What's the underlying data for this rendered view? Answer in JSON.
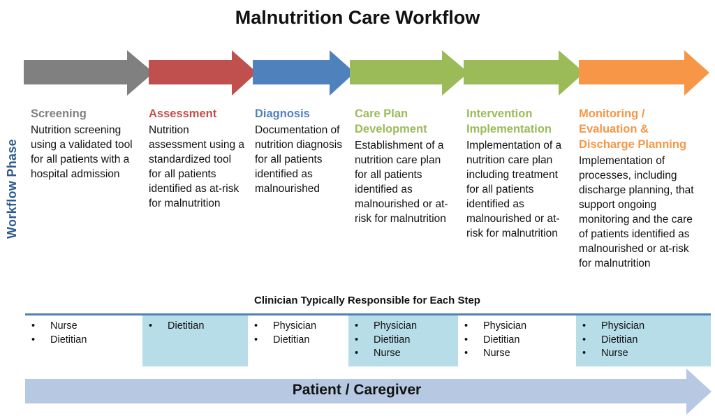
{
  "title": "Malnutrition Care Workflow",
  "side_label": "Workflow Phase",
  "phases": [
    {
      "name": "Screening",
      "color": "#808080",
      "desc": "Nutrition screening using a validated tool for all patients with a hospital admission"
    },
    {
      "name": "Assessment",
      "color": "#c0504d",
      "desc": "Nutrition assessment using a standardized tool for all patients identified as at-risk for malnutrition"
    },
    {
      "name": "Diagnosis",
      "color": "#4f81bd",
      "desc": "Documentation of nutrition diagnosis for all patients identified as malnourished"
    },
    {
      "name": "Care Plan Development",
      "color": "#9bbb59",
      "desc": "Establishment of a nutrition care plan for all patients identified as malnourished or at-risk for malnutrition"
    },
    {
      "name": "Intervention Implementation",
      "color": "#9bbb59",
      "desc": "Implementation of a nutrition care plan including treatment for all patients identified as malnourished or at-risk for malnutrition"
    },
    {
      "name": "Monitoring / Evaluation & Discharge Planning",
      "color": "#f79646",
      "desc": "Implementation of processes, including discharge planning, that support ongoing monitoring and the care of patients identified as malnourished or at-risk for malnutrition"
    }
  ],
  "clinician_heading": "Clinician Typically Responsible for Each Step",
  "clinicians": [
    [
      "Nurse",
      "Dietitian"
    ],
    [
      "Dietitian"
    ],
    [
      "Physician",
      "Dietitian"
    ],
    [
      "Physician",
      "Dietitian",
      "Nurse"
    ],
    [
      "Physician",
      "Dietitian",
      "Nurse"
    ],
    [
      "Physician",
      "Dietitian",
      "Nurse"
    ]
  ],
  "bottom_label": "Patient / Caregiver",
  "colors": {
    "side_label": "#2e5a8c",
    "shaded_cell": "#b7dde8",
    "bottom_arrow": "#b7c9e2",
    "divider": "#4f7fbd"
  }
}
